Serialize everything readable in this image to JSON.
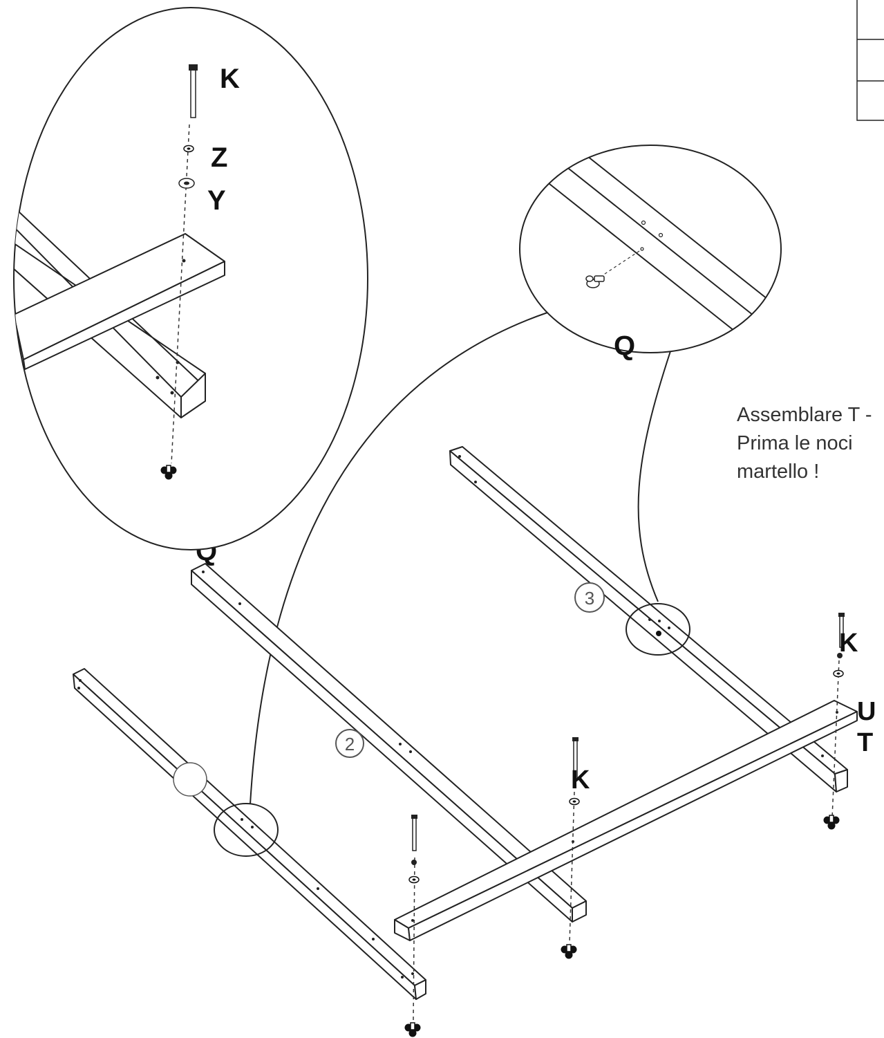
{
  "part_labels": {
    "bolt": "K",
    "spring_washer": "Z",
    "flat_washer": "Y",
    "tee_nut": "Q",
    "crossbar": "U",
    "base": "T"
  },
  "step_numbers": {
    "step_2": "2",
    "step_3": "3"
  },
  "instructions": {
    "line1": "Assemblare T -",
    "line2": "Prima le noci",
    "line3": "martello !"
  }
}
